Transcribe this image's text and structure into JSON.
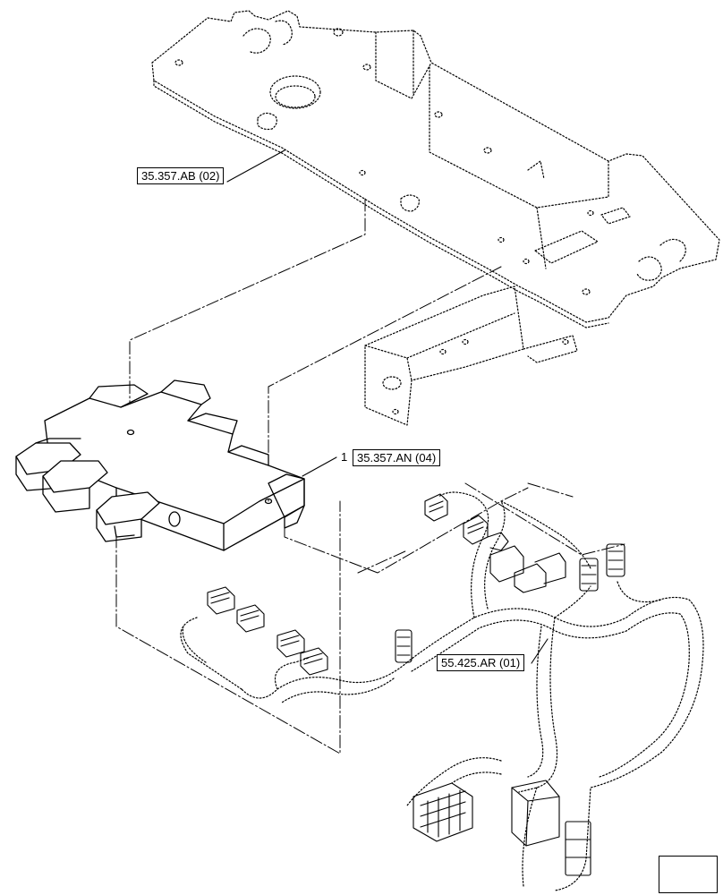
{
  "references": {
    "frame": "35.357.AB (02)",
    "module": "35.357.AN (04)",
    "harness": "55.425.AR (01)"
  },
  "item_numbers": {
    "module": "1"
  },
  "navigation": {
    "icon": "arrow-back-icon"
  },
  "colors": {
    "line": "#000000",
    "background": "#ffffff"
  }
}
